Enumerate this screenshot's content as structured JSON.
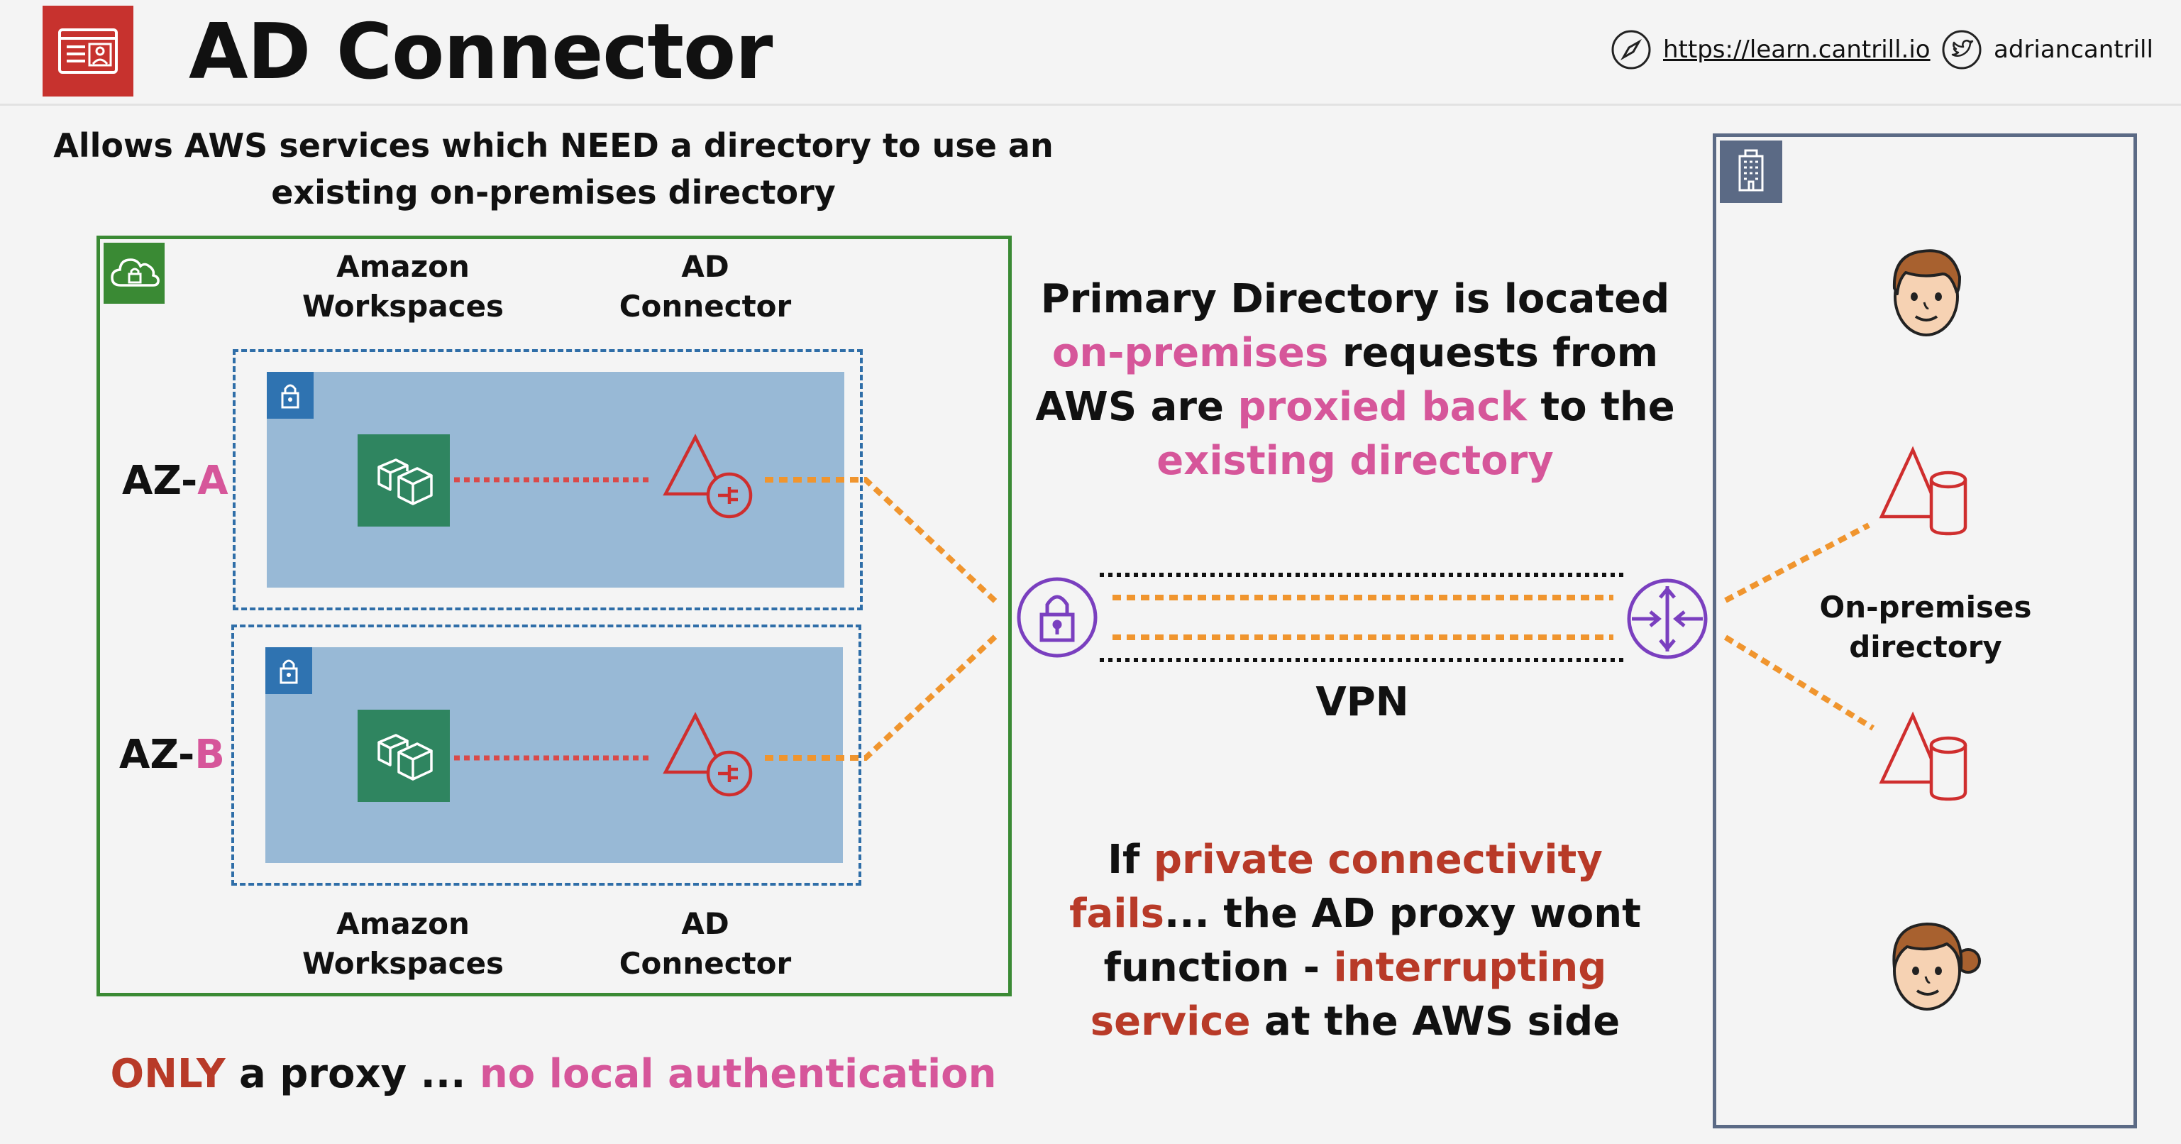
{
  "header": {
    "title": "AD Connector",
    "website": "https://learn.cantrill.io",
    "twitter": "adriancantrill"
  },
  "intro": {
    "line1": "Allows AWS services which NEED a directory to use an",
    "line2": "existing on-premises directory"
  },
  "aws": {
    "top_labels": {
      "workspaces": [
        "Amazon",
        "Workspaces"
      ],
      "connector": [
        "AD",
        "Connector"
      ]
    },
    "bottom_labels": {
      "workspaces": [
        "Amazon",
        "Workspaces"
      ],
      "connector": [
        "AD",
        "Connector"
      ]
    },
    "az_a": {
      "prefix": "AZ-",
      "letter": "A"
    },
    "az_b": {
      "prefix": "AZ-",
      "letter": "B"
    }
  },
  "footer": {
    "only": "ONLY",
    "middle": " a proxy ... ",
    "no_local": "no local authentication"
  },
  "primary": {
    "l1": "Primary Directory is located",
    "l2a": "on-premises",
    "l2b": " requests from",
    "l3a": "AWS are ",
    "l3b": "proxied back",
    "l3c": " to the",
    "l4": "existing directory"
  },
  "vpn_label": "VPN",
  "failure": {
    "l1a": "If ",
    "l1b": "private connectivity",
    "l2a": "fails",
    "l2b": "... the AD proxy wont",
    "l3a": "function - ",
    "l3b": "interrupting",
    "l4a": "service",
    "l4b": " at the AWS side"
  },
  "onprem": {
    "label": [
      "On-premises",
      "directory"
    ]
  },
  "colors": {
    "pink": "#d6569a",
    "red_text": "#b83a28",
    "orange_line": "#f0952e",
    "purple": "#7a3fbf",
    "aws_green": "#3a8a34",
    "subnet_blue": "#98b9d6",
    "dir_red": "#cf2e2e"
  }
}
